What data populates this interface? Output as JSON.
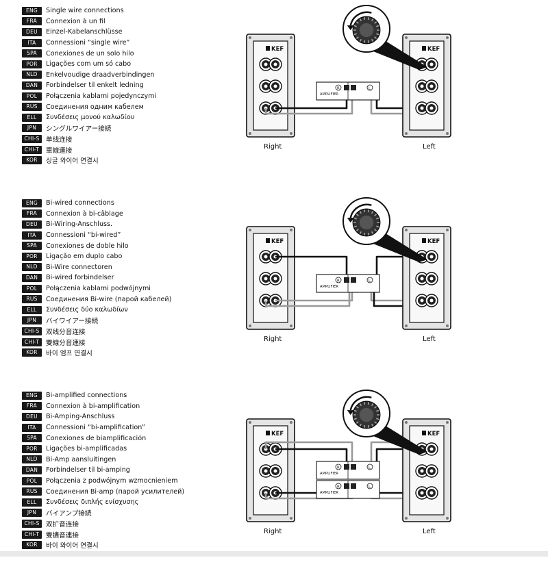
{
  "sections": [
    {
      "id": "single-wire",
      "labels": [
        {
          "code": "ENG",
          "text": "Single wire connections"
        },
        {
          "code": "FRA",
          "text": "Connexion à un fil"
        },
        {
          "code": "DEU",
          "text": "Einzel-Kabelanschlüsse"
        },
        {
          "code": "ITA",
          "text": "Connessioni “single wire”"
        },
        {
          "code": "SPA",
          "text": "Conexiones de un solo hilo"
        },
        {
          "code": "POR",
          "text": "Ligações com um só cabo"
        },
        {
          "code": "NLD",
          "text": "Enkelvoudige draadverbindingen"
        },
        {
          "code": "DAN",
          "text": "Forbindelser til enkelt ledning"
        },
        {
          "code": "POL",
          "text": "Połączenia kablami pojedynczymi"
        },
        {
          "code": "RUS",
          "text": "Соединения одним кабелем"
        },
        {
          "code": "ELL",
          "text": "Συνδέσεις μονού καλωδίου"
        },
        {
          "code": "JPN",
          "text": "シングルワイアー接続"
        },
        {
          "code": "CHI-S",
          "text": "单线连接"
        },
        {
          "code": "CHI-T",
          "text": "單線連接"
        },
        {
          "code": "KOR",
          "text": "싱글 와이어 연결시"
        }
      ],
      "speaker_brand": "KEF",
      "amplifier_label": "AMPLIFIER",
      "amp_count": 1,
      "right_label": "Right",
      "left_label": "Left",
      "channel_r": "R",
      "channel_l": "L"
    },
    {
      "id": "bi-wired",
      "labels": [
        {
          "code": "ENG",
          "text": "Bi-wired connections"
        },
        {
          "code": "FRA",
          "text": "Connexion à bi-câblage"
        },
        {
          "code": "DEU",
          "text": "Bi-Wiring-Anschluss."
        },
        {
          "code": "ITA",
          "text": "Connessioni “bi-wired”"
        },
        {
          "code": "SPA",
          "text": "Conexiones de doble hilo"
        },
        {
          "code": "POR",
          "text": "Ligação em duplo cabo"
        },
        {
          "code": "NLD",
          "text": "Bi-Wire connectoren"
        },
        {
          "code": "DAN",
          "text": "Bi-wired forbindelser"
        },
        {
          "code": "POL",
          "text": "Połączenia kablami podwójnymi"
        },
        {
          "code": "RUS",
          "text": "Соединения Bi-wire (парой кабелей)"
        },
        {
          "code": "ELL",
          "text": "Συνδέσεις δύο καλωδίων"
        },
        {
          "code": "JPN",
          "text": "バイワイアー接続"
        },
        {
          "code": "CHI-S",
          "text": "双线分音连接"
        },
        {
          "code": "CHI-T",
          "text": "雙線分音連接"
        },
        {
          "code": "KOR",
          "text": "바이 엠프 연결시"
        }
      ],
      "speaker_brand": "KEF",
      "amplifier_label": "AMPLIFIER",
      "amp_count": 1,
      "right_label": "Right",
      "left_label": "Left",
      "channel_r": "R",
      "channel_l": "L"
    },
    {
      "id": "bi-amplified",
      "labels": [
        {
          "code": "ENG",
          "text": "Bi-amplified connections"
        },
        {
          "code": "FRA",
          "text": "Connexion à bi-amplification"
        },
        {
          "code": "DEU",
          "text": "Bi-Amping-Anschluss"
        },
        {
          "code": "ITA",
          "text": "Connessioni “bi-amplification”"
        },
        {
          "code": "SPA",
          "text": "Conexiones de biamplificación"
        },
        {
          "code": "POR",
          "text": "Ligações bi-amplificadas"
        },
        {
          "code": "NLD",
          "text": "Bi-Amp aansluitingen"
        },
        {
          "code": "DAN",
          "text": "Forbindelser til bi-amping"
        },
        {
          "code": "POL",
          "text": "Połączenia z podwójnym wzmocnieniem"
        },
        {
          "code": "RUS",
          "text": "Соединения Bi-amp (парой усилителей)"
        },
        {
          "code": "ELL",
          "text": "Συνδέσεις διπλής ενίσχυσης"
        },
        {
          "code": "JPN",
          "text": "バイアンプ接続"
        },
        {
          "code": "CHI-S",
          "text": "双扩音连接"
        },
        {
          "code": "CHI-T",
          "text": "雙擴音連接"
        },
        {
          "code": "KOR",
          "text": "바이 와이어 연결시"
        }
      ],
      "speaker_brand": "KEF",
      "amplifier_label": "AMPLIFIER",
      "amp_count": 2,
      "right_label": "Right",
      "left_label": "Left",
      "channel_r": "R",
      "channel_l": "L"
    }
  ],
  "colors": {
    "ink": "#1a1a1a",
    "tag_bg": "#1a1a1a",
    "tag_text": "#ffffff",
    "plate": "#f2f2f2",
    "panel": "#e4e4e4",
    "grey_wire": "#9a9a9a"
  }
}
